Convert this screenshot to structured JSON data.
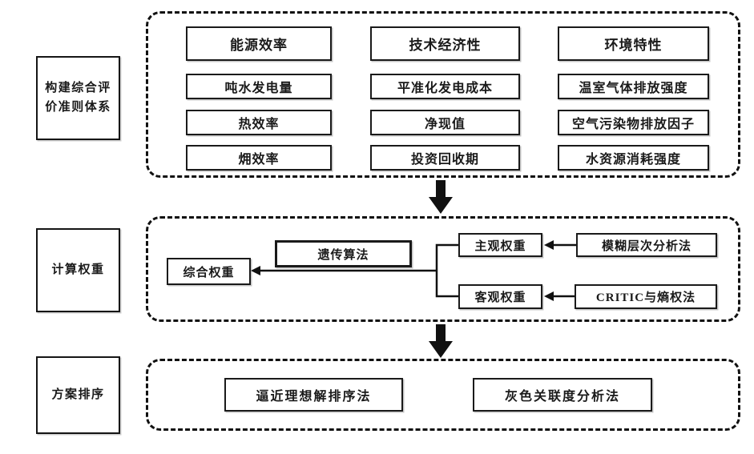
{
  "stages": [
    {
      "label": "构建综合评\n价准则体系"
    },
    {
      "label": "计算权重"
    },
    {
      "label": "方案排序"
    }
  ],
  "criteria_panel": {
    "columns": [
      {
        "header": "能源效率",
        "items": [
          "吨水发电量",
          "热效率",
          "㶲效率"
        ]
      },
      {
        "header": "技术经济性",
        "items": [
          "平准化发电成本",
          "净现值",
          "投资回收期"
        ]
      },
      {
        "header": "环境特性",
        "items": [
          "温室气体排放强度",
          "空气污染物排放因子",
          "水资源消耗强度"
        ]
      }
    ]
  },
  "weights_panel": {
    "combined_weight": "综合权重",
    "genetic_algorithm": "遗传算法",
    "subjective_weight": "主观权重",
    "objective_weight": "客观权重",
    "fuzzy_ahp": "模糊层次分析法",
    "critic_entropy": "CRITIC与熵权法"
  },
  "ranking_panel": {
    "topsis": "逼近理想解排序法",
    "grey_relational": "灰色关联度分析法"
  },
  "colors": {
    "ink": "#1a1a1a",
    "background": "#ffffff"
  }
}
